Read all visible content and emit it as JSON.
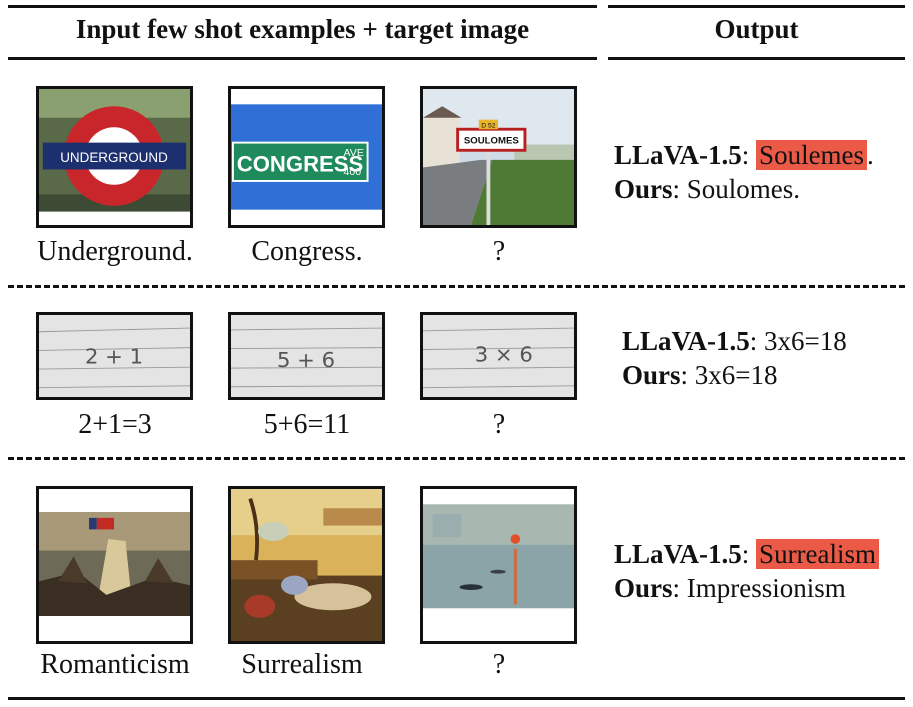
{
  "header": {
    "input_title": "Input few shot examples + target image",
    "output_title": "Output"
  },
  "rows": [
    {
      "captions": [
        "Underground.",
        "Congress.",
        "?"
      ],
      "thumb_text": {
        "sign1": "UNDERGROUND",
        "sign2_main": "CONGRESS",
        "sign2_ave": "AVE",
        "sign2_num": "400",
        "sign3_top": "D 52",
        "sign3": "SOULOMES"
      },
      "baseline_label": "LLaVA-1.5",
      "baseline_answer": "Soulemes",
      "baseline_suffix": ".",
      "ours_label": "Ours",
      "ours_answer": "Soulomes."
    },
    {
      "captions": [
        "2+1=3",
        "5+6=11",
        "?"
      ],
      "thumb_text": {
        "hand1": "2 + 1",
        "hand2": "5 + 6",
        "hand3": "3 × 6"
      },
      "baseline_label": "LLaVA-1.5",
      "baseline_answer": "3x6=18",
      "ours_label": "Ours",
      "ours_answer": "3x6=18"
    },
    {
      "captions": [
        "Romanticism",
        "Surrealism",
        "?"
      ],
      "baseline_label": "LLaVA-1.5",
      "baseline_answer": "Surrealism",
      "ours_label": "Ours",
      "ours_answer": "Impressionism"
    }
  ],
  "colors": {
    "highlight": "#ea5a47",
    "rule": "#111111"
  }
}
